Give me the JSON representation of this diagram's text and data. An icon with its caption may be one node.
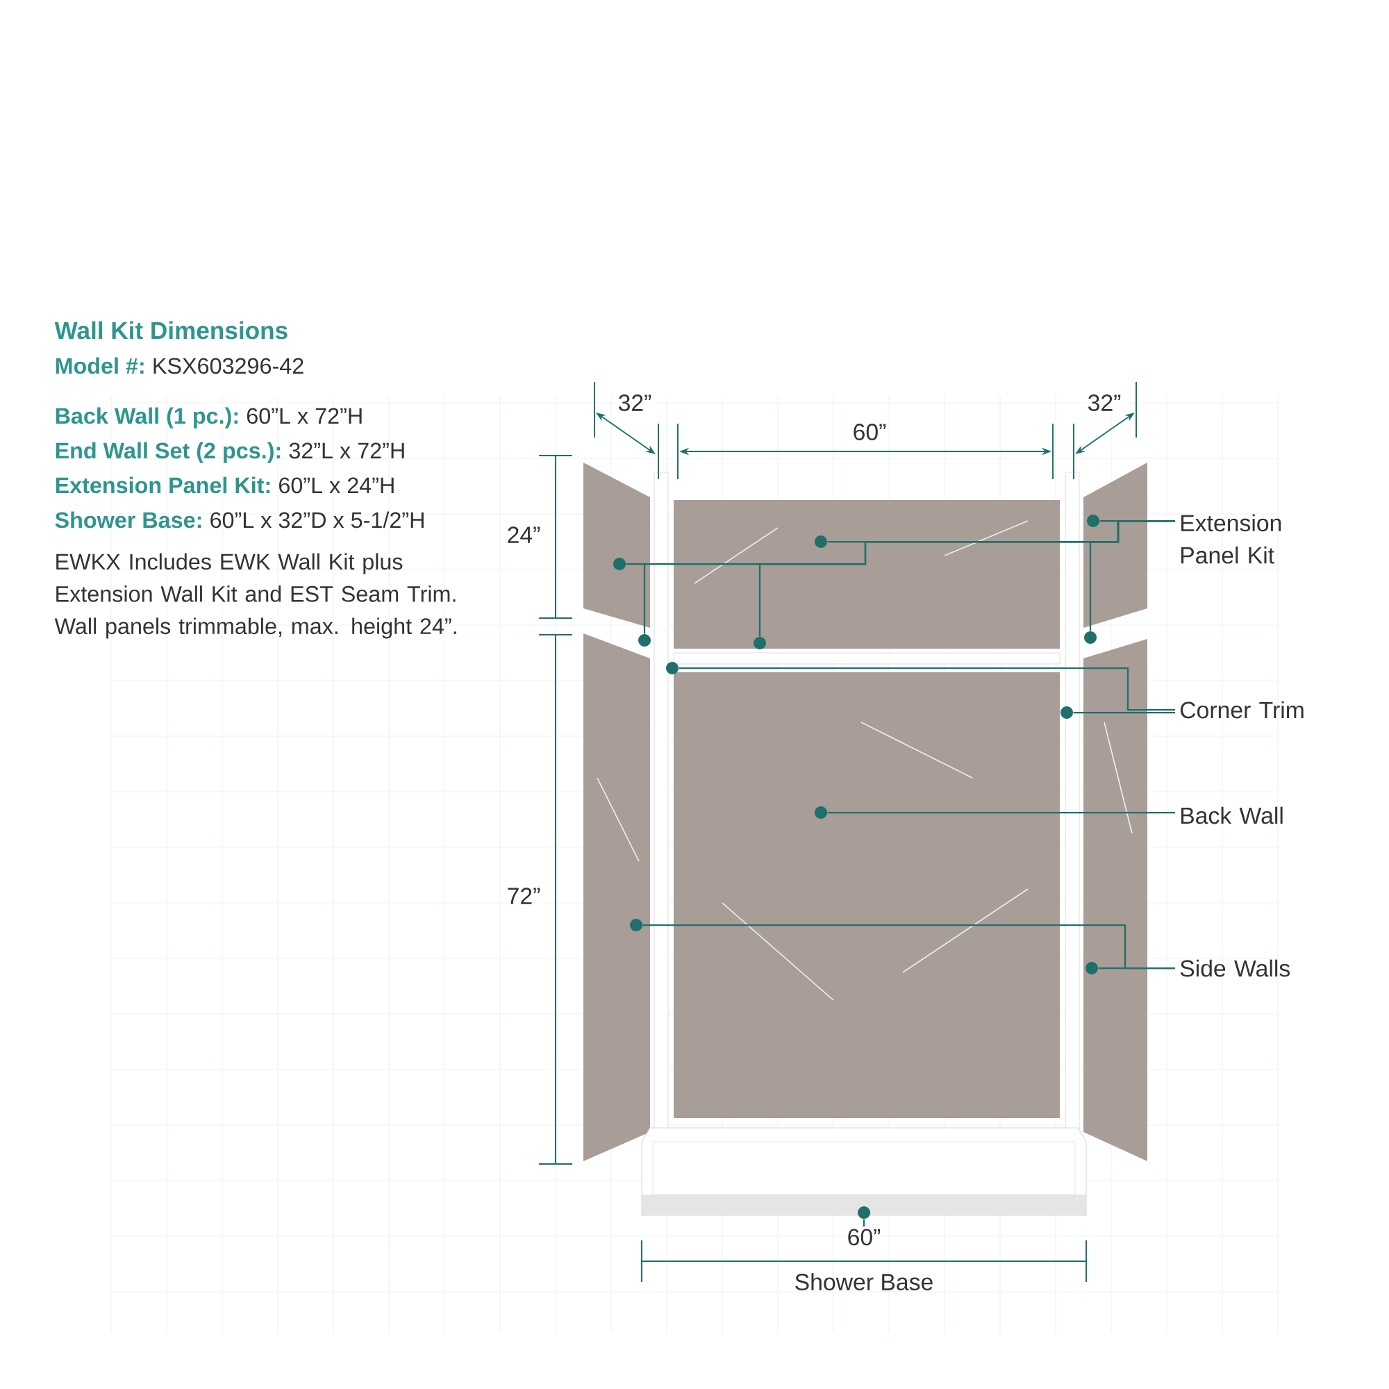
{
  "diagram": {
    "title": "Wall Kit Dimensions",
    "nodes": [
      {
        "text": [
          "Extension Panel Kit"
        ]
      },
      {
        "text": [
          "Corner Trim"
        ]
      },
      {
        "text": [
          "Back Wall"
        ]
      },
      {
        "text": [
          "Side Walls"
        ]
      },
      {
        "text": [
          "60”",
          "Shower Base"
        ]
      },
      {
        "text": [],
        "shape": "circle"
      },
      {
        "text": [],
        "shape": "circle"
      },
      {
        "text": [],
        "shape": "circle"
      },
      {
        "text": [],
        "shape": "circle"
      },
      {
        "text": [],
        "shape": "circle"
      },
      {
        "text": [],
        "shape": "circle"
      },
      {
        "text": [],
        "shape": "circle"
      },
      {
        "text": [],
        "shape": "circle"
      },
      {
        "text": [],
        "shape": "circle"
      },
      {
        "text": [],
        "shape": "circle"
      },
      {
        "text": [],
        "shape": "circle"
      },
      {
        "text": [],
        "shape": "circle"
      }
    ],
    "edges": [
      {
        "from": 0,
        "to": 5,
        "arrow": "none"
      },
      {
        "from": 0,
        "to": 6,
        "arrow": "none"
      },
      {
        "from": 0,
        "to": 7,
        "arrow": "none"
      },
      {
        "from": 0,
        "to": 8,
        "arrow": "none"
      },
      {
        "from": 0,
        "to": 9,
        "arrow": "none"
      },
      {
        "from": 0,
        "to": 10,
        "arrow": "none"
      },
      {
        "from": 1,
        "to": 11,
        "arrow": "none"
      },
      {
        "from": 1,
        "to": 12,
        "arrow": "none"
      },
      {
        "from": 2,
        "to": 13,
        "arrow": "none"
      },
      {
        "from": 3,
        "to": 14,
        "arrow": "none"
      },
      {
        "from": 3,
        "to": 15,
        "arrow": "none"
      },
      {
        "from": 4,
        "to": 16,
        "arrow": "none"
      }
    ],
    "labels": [
      "Model #:",
      "KSX603296-42",
      "Back Wall (1 pc.):",
      "60”L x 72”H",
      "End Wall Set (2 pcs.):",
      "32”L x 72”H",
      "Extension Panel Kit:",
      "60”L x 24”H",
      "Shower Base:",
      "60”L x 32”D x 5-1/2”H",
      "EWKX Includes EWK Wall Kit plus Extension Wall Kit and EST Seam Trim. Wall panels trimmable, max. height 24”.",
      "32”",
      "60”",
      "32”",
      "24”",
      "72”"
    ]
  }
}
